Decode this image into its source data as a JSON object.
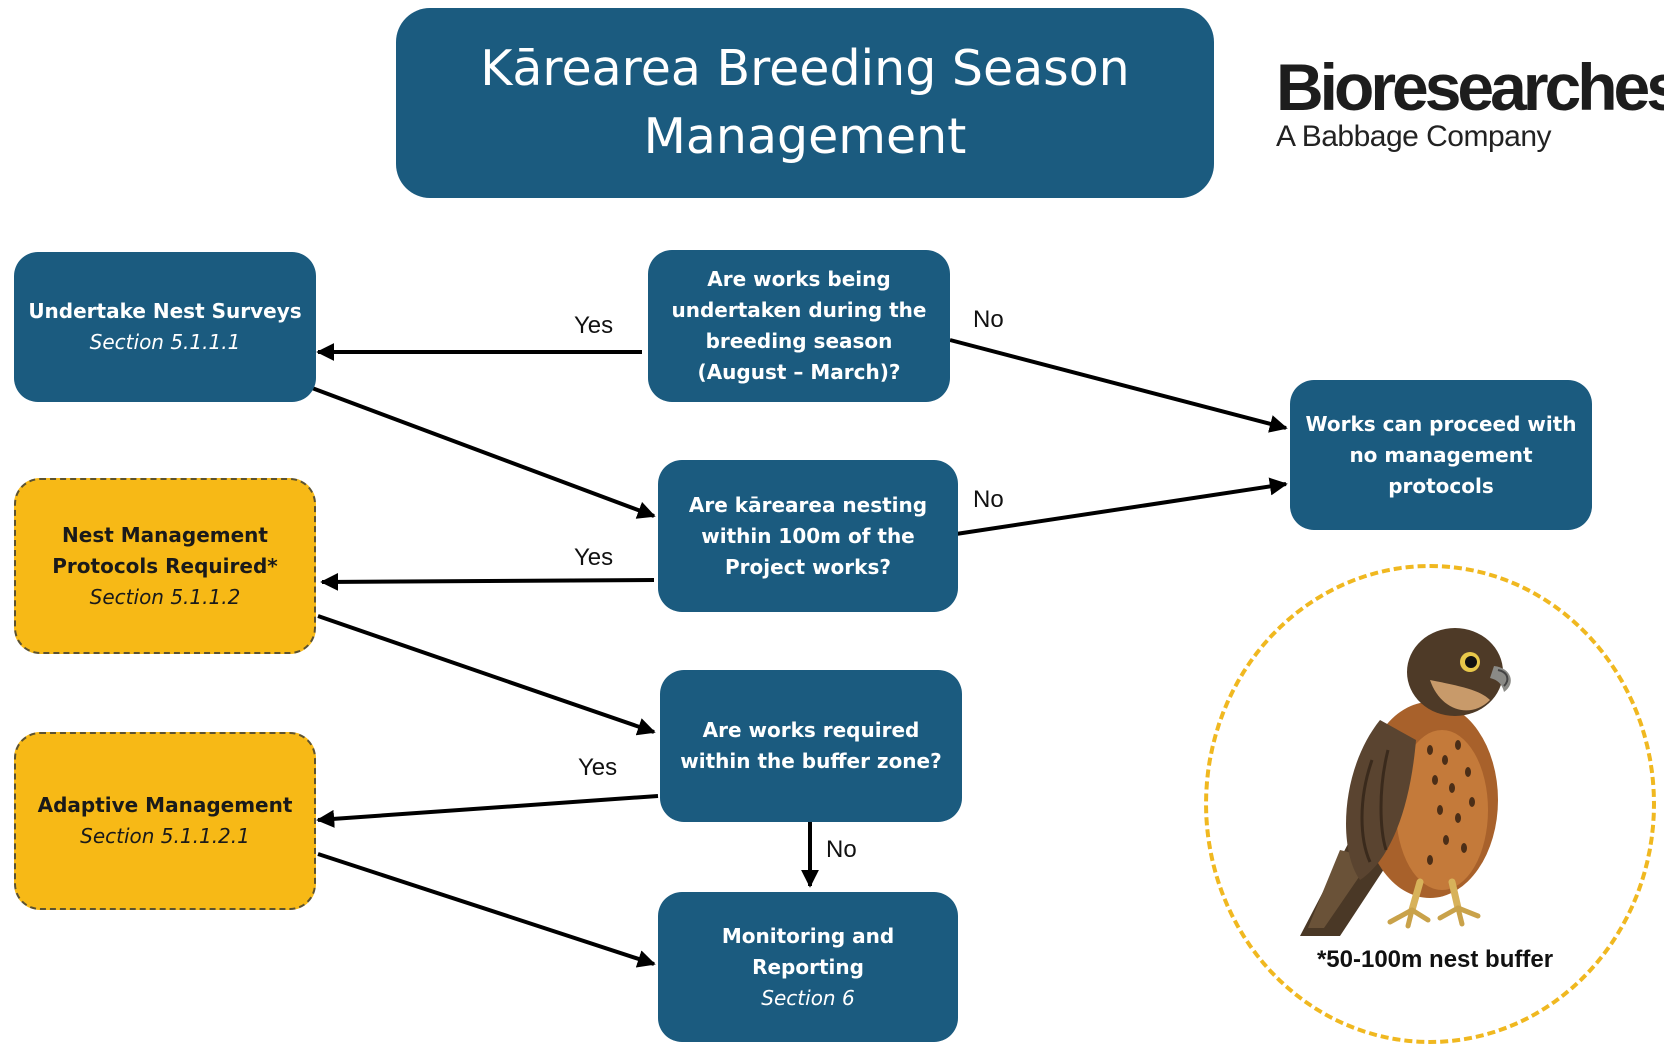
{
  "title": {
    "line1": "Kārearea Breeding Season",
    "line2": "Management"
  },
  "logo": {
    "name": "Bioresearches",
    "tagline": "A Babbage Company"
  },
  "nodes": {
    "nest_surveys": {
      "title": "Undertake Nest Surveys",
      "section": "Section 5.1.1.1"
    },
    "q_breeding": {
      "lines": [
        "Are works being",
        "undertaken during the",
        "breeding season",
        "(August – March)?"
      ]
    },
    "proceed": {
      "lines": [
        "Works can proceed with",
        "no management",
        "protocols"
      ]
    },
    "q_nesting": {
      "lines": [
        "Are kārearea nesting",
        "within 100m of the",
        "Project works?"
      ]
    },
    "nest_mgmt": {
      "lines": [
        "Nest Management",
        "Protocols Required*"
      ],
      "section": "Section 5.1.1.2"
    },
    "q_buffer": {
      "lines": [
        "Are works required",
        "within the buffer zone?"
      ]
    },
    "adaptive": {
      "title": "Adaptive Management",
      "section": "Section 5.1.1.2.1"
    },
    "monitoring": {
      "lines": [
        "Monitoring and",
        "Reporting"
      ],
      "section": "Section 6"
    }
  },
  "edge_labels": {
    "yes1": "Yes",
    "no1": "No",
    "yes2": "Yes",
    "no2": "No",
    "yes3": "Yes",
    "no3": "No"
  },
  "buffer_note": "*50-100m nest buffer",
  "colors": {
    "node_blue": "#1b5b7f",
    "node_yellow": "#f7b916",
    "circle_dash": "#f0b820"
  },
  "icons": {
    "bird": "karearea-falcon-illustration"
  }
}
